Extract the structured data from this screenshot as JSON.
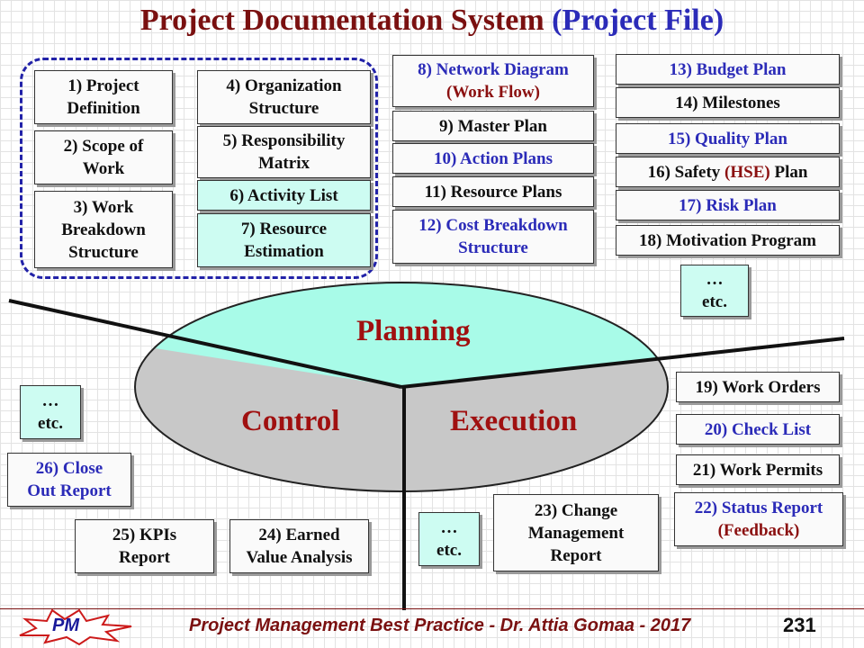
{
  "title": {
    "main": "Project Documentation System",
    "accent": "(Project File)"
  },
  "planning_group": {
    "project_definition": [
      "1) Project",
      "Definition"
    ],
    "scope_of_work": [
      "2) Scope of",
      "Work"
    ],
    "wbs": [
      "3) Work",
      "Breakdown",
      "Structure"
    ],
    "org_structure": [
      "4) Organization",
      "Structure"
    ],
    "responsibility_matrix": [
      "5) Responsibility",
      "Matrix"
    ],
    "activity_list": "6) Activity List",
    "resource_estimation": [
      "7) Resource",
      "Estimation"
    ]
  },
  "planning_docs": {
    "network_diagram": "8) Network Diagram",
    "network_diagram_sub": "(Work Flow)",
    "master_plan": "9) Master Plan",
    "action_plans": "10) Action Plans",
    "resource_plans": "11) Resource Plans",
    "cost_breakdown": [
      "12) Cost Breakdown",
      "Structure"
    ],
    "budget_plan": "13) Budget Plan",
    "milestones": "14) Milestones",
    "quality_plan": "15) Quality Plan",
    "safety_plan_pre": "16) Safety ",
    "safety_plan_hse": "(HSE)",
    "safety_plan_post": " Plan",
    "risk_plan": "17) Risk Plan",
    "motivation_program": "18) Motivation Program"
  },
  "execution_docs": {
    "work_orders": "19) Work Orders",
    "check_list": "20) Check List",
    "work_permits": "21) Work Permits",
    "status_report": "22) Status Report",
    "status_report_sub": "(Feedback)",
    "change_report": [
      "23) Change",
      "Management",
      "Report"
    ]
  },
  "control_docs": {
    "earned_value": [
      "24) Earned",
      "Value Analysis"
    ],
    "kpis_report": [
      "25) KPIs",
      "Report"
    ],
    "close_out": [
      "26) Close",
      "Out Report"
    ]
  },
  "etc_boxes": {
    "dots": "…",
    "label": "etc."
  },
  "phases": {
    "planning": "Planning",
    "control": "Control",
    "execution": "Execution"
  },
  "footer": {
    "logo": "PM",
    "text": "Project Management Best Practice - Dr. Attia Gomaa - 2017",
    "page": "231"
  },
  "colors": {
    "title_red": "#7a1010",
    "accent_blue": "#2b2bb8",
    "planning_fill": "#a8fbe8",
    "control_fill": "#c8c8c8",
    "teal_box": "#cdfcf2"
  }
}
